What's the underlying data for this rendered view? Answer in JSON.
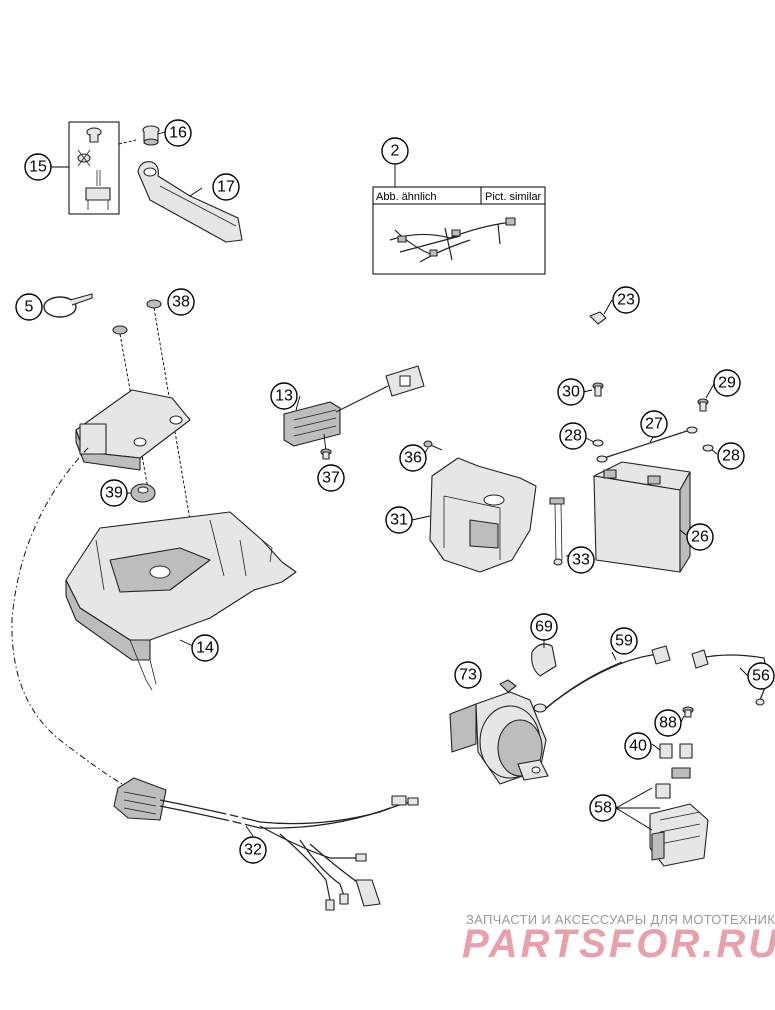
{
  "diagram": {
    "callouts": [
      "2",
      "5",
      "13",
      "14",
      "15",
      "16",
      "17",
      "23",
      "26",
      "27",
      "28",
      "28",
      "29",
      "30",
      "31",
      "32",
      "33",
      "36",
      "37",
      "38",
      "39",
      "40",
      "56",
      "58",
      "59",
      "69",
      "73",
      "88"
    ],
    "inset_label_left": "Abb. ähnlich",
    "inset_label_right": "Pict. similar"
  },
  "watermark": {
    "tagline": "ЗАПЧАСТИ И АКСЕССУАРЫ ДЛЯ МОТОТЕХНИКИ",
    "logo": "PARTSFOR.RU",
    "color": "#e9a0a8"
  }
}
